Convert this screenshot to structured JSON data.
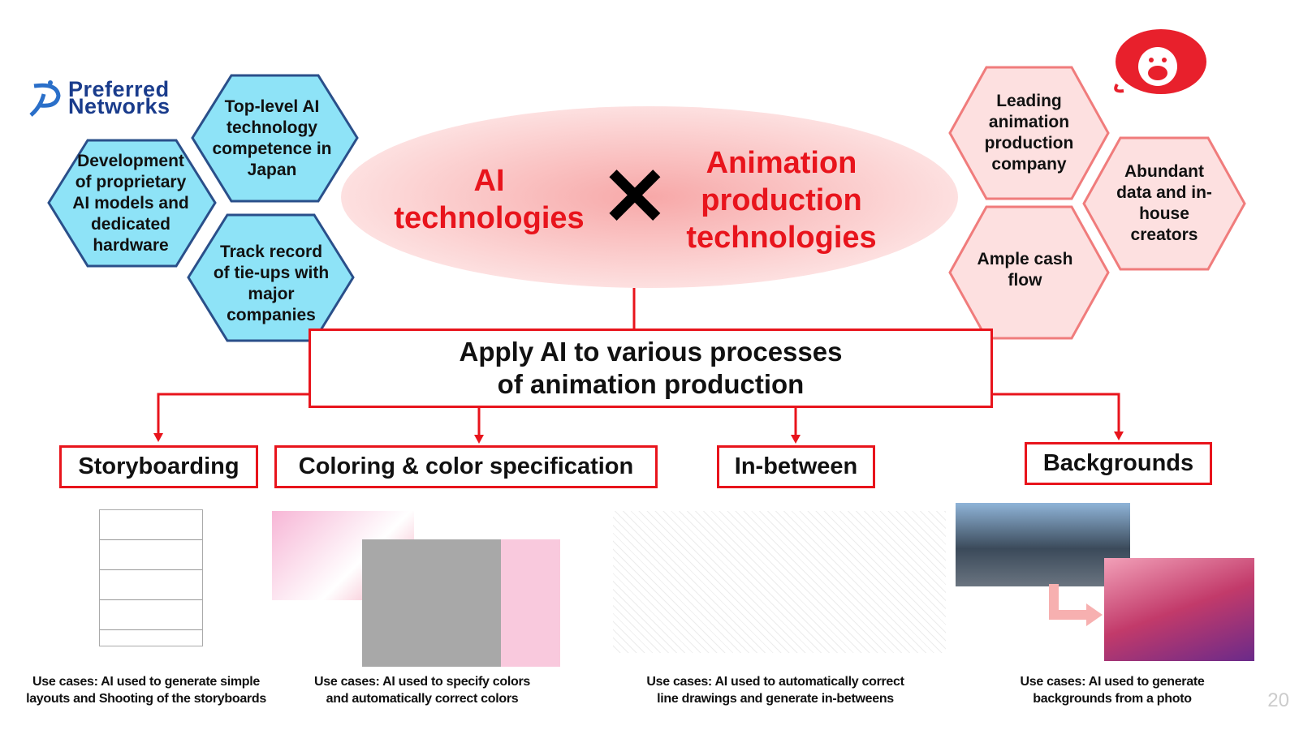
{
  "logos": {
    "left": "Preferred\nNetworks",
    "right": "Toei Animation mascot"
  },
  "ai_strengths": [
    "Top-level AI\ntechnology\ncompetence in\nJapan",
    "Development\nof proprietary\nAI models and\ndedicated\nhardware",
    "Track record\nof tie-ups with\nmajor\ncompanies"
  ],
  "animation_strengths": [
    "Leading\nanimation\nproduction\ncompany",
    "Abundant\ndata and in-\nhouse\ncreators",
    "Ample cash\nflow"
  ],
  "center": {
    "left": "AI\ntechnologies",
    "cross": "✕",
    "right": "Animation\nproduction\ntechnologies"
  },
  "main_box": "Apply AI to various processes\nof animation production",
  "processes": [
    {
      "label": "Storyboarding",
      "caption": "Use cases: AI used to generate simple\nlayouts and Shooting of the storyboards"
    },
    {
      "label": "Coloring & color specification",
      "caption": "Use cases: AI used to specify colors\nand automatically correct colors"
    },
    {
      "label": "In-between",
      "caption": "Use cases: AI used to automatically correct\nline drawings and generate in-betweens"
    },
    {
      "label": "Backgrounds",
      "caption": "Use cases: AI used to generate\nbackgrounds from a photo"
    }
  ],
  "page_number": "20",
  "colors": {
    "red": "#e8141c",
    "blue_hex": "#8ee3f7",
    "blue_stroke": "#2a4f8a",
    "pink_hex": "#fde0e0",
    "pink_stroke": "#f07c7c"
  }
}
